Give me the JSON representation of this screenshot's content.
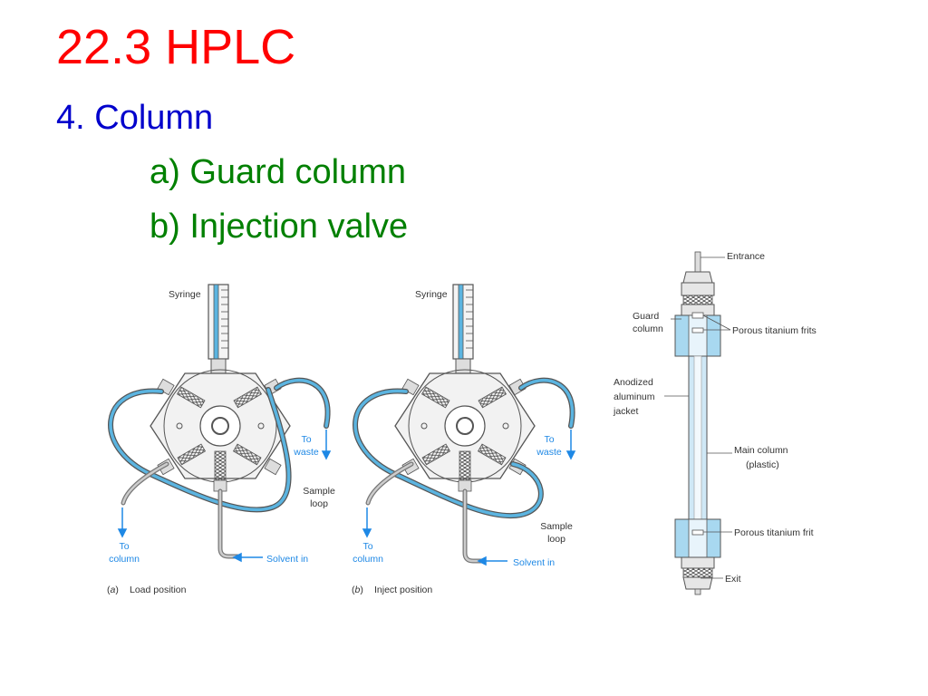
{
  "slide": {
    "title": "22.3 HPLC",
    "subtitle": "4. Column",
    "items": [
      "a) Guard column",
      "b) Injection valve"
    ]
  },
  "valve_a": {
    "syringe": "Syringe",
    "to_waste": [
      "To",
      "waste"
    ],
    "sample_loop": [
      "Sample",
      "loop"
    ],
    "to_column": [
      "To",
      "column"
    ],
    "solvent_in": "Solvent in",
    "caption_letter": "a",
    "caption": "Load position"
  },
  "valve_b": {
    "syringe": "Syringe",
    "to_waste": [
      "To",
      "waste"
    ],
    "sample_loop": [
      "Sample",
      "loop"
    ],
    "to_column": [
      "To",
      "column"
    ],
    "solvent_in": "Solvent in",
    "caption_letter": "b",
    "caption": "Inject position"
  },
  "column_diagram": {
    "entrance": "Entrance",
    "guard_column": [
      "Guard",
      "column"
    ],
    "porous_frits": "Porous titanium frits",
    "jacket": [
      "Anodized",
      "aluminum",
      "jacket"
    ],
    "main_column": [
      "Main column",
      "(plastic)"
    ],
    "porous_frit": "Porous titanium frit",
    "exit": "Exit"
  },
  "colors": {
    "title": "#ff0000",
    "subtitle": "#0000cc",
    "items": "#008000",
    "tubing": "#5bb4e0",
    "label_blue": "#1e88e5",
    "jacket": "#a8d8f0"
  }
}
